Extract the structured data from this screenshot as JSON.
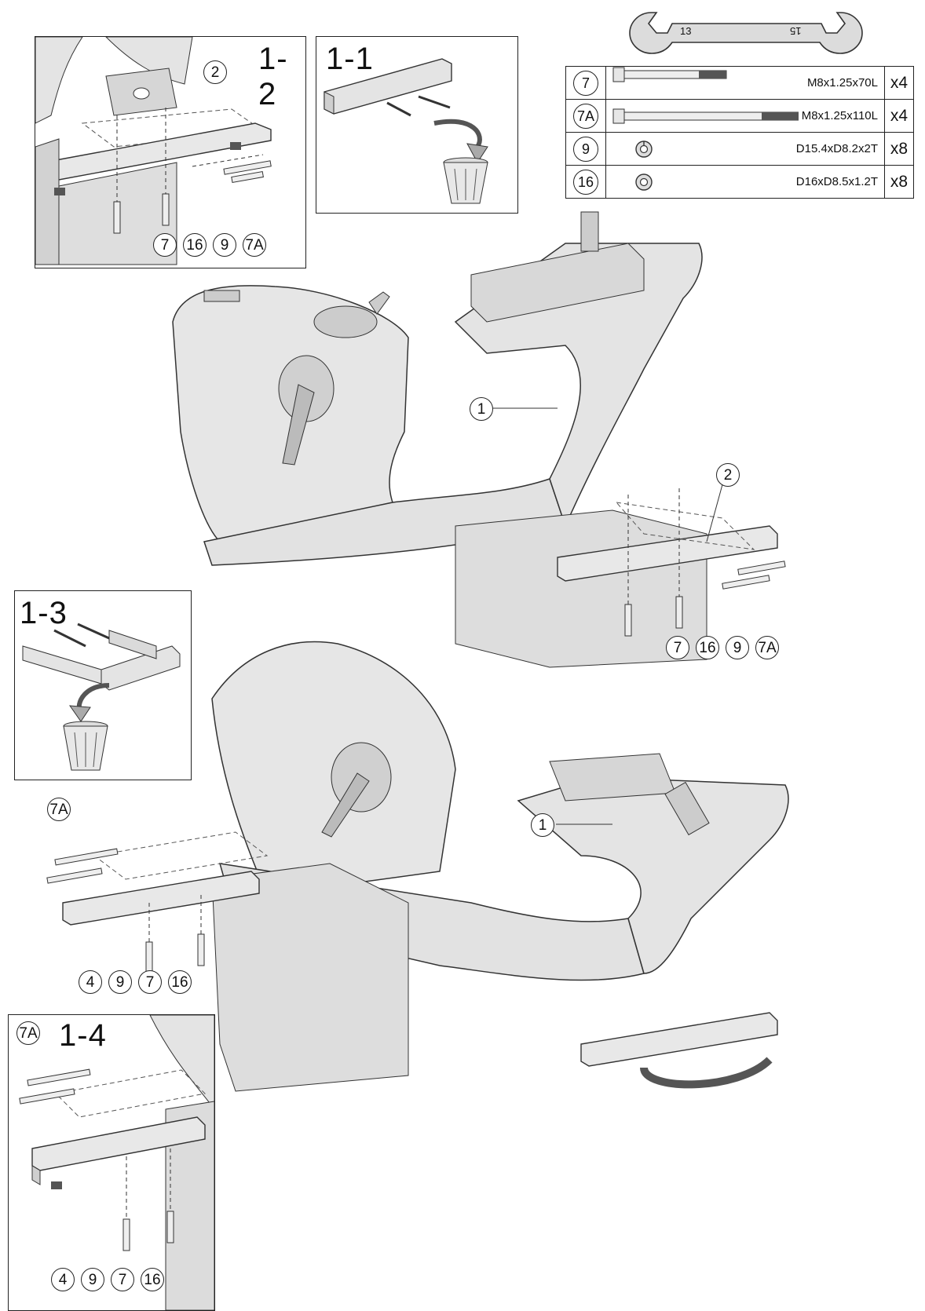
{
  "wrench": {
    "left_size": "13",
    "right_size": "15"
  },
  "hardware_table": [
    {
      "part": "7",
      "spec": "M8x1.25x70L",
      "qty": "x4",
      "icon": "bolt-short-icon"
    },
    {
      "part": "7A",
      "spec": "M8x1.25x110L",
      "qty": "x4",
      "icon": "bolt-long-icon"
    },
    {
      "part": "9",
      "spec": "D15.4xD8.2x2T",
      "qty": "x8",
      "icon": "spring-washer-icon"
    },
    {
      "part": "16",
      "spec": "D16xD8.5x1.2T",
      "qty": "x8",
      "icon": "flat-washer-icon"
    }
  ],
  "steps": {
    "s11": {
      "label": "1-1"
    },
    "s12": {
      "label": "1-2",
      "callouts": [
        "2",
        "7",
        "16",
        "9",
        "7A"
      ]
    },
    "s13": {
      "label": "1-3"
    },
    "s14": {
      "label": "1-4",
      "callouts": [
        "7A",
        "4",
        "9",
        "7",
        "16"
      ]
    }
  },
  "main_top": {
    "callouts": [
      "1",
      "2",
      "7",
      "16",
      "9",
      "7A"
    ]
  },
  "main_bottom": {
    "callouts": [
      "7A",
      "1",
      "4",
      "9",
      "7",
      "16"
    ]
  }
}
